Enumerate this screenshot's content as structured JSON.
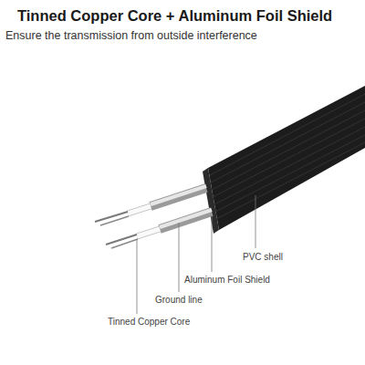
{
  "diagram": {
    "title": "Tinned Copper Core + Aluminum Foil Shield",
    "labels": [
      "Ensure the transmission from outside interference",
      "PVC shell",
      "Aluminum Foil Shield",
      "Ground line",
      "Tinned Copper Core"
    ]
  }
}
